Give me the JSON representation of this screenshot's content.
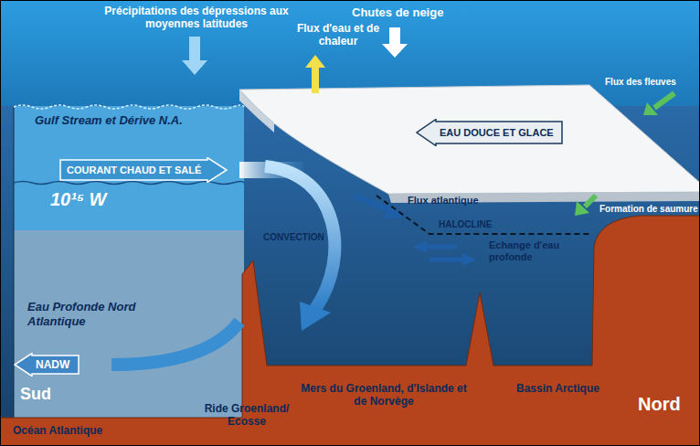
{
  "diagram": {
    "nodes": [
      {
        "text": [
          "COURANT CHAUD ET SALÉ"
        ]
      },
      {
        "text": [
          "EAU DOUCE ET GLACE"
        ]
      },
      {
        "text": [
          "NADW"
        ]
      }
    ],
    "labels": [
      "Précipitations des dépressions aux moyennes latitudes",
      "Chutes de neige",
      "Flux d'eau et de chaleur",
      "Flux des fleuves",
      "Gulf Stream et Dérive N.A.",
      "10¹⁵ W",
      "CONVECTION",
      "Flux atlantique",
      "HALOCLINE",
      "Formation de saumure",
      "Echange d'eau profonde",
      "Eau Profonde Nord Atlantique",
      "Sud",
      "Océan Atlantique",
      "Ride Groenland/ Ecosse",
      "Mers du Groenland, d'Islande et de Norvège",
      "Bassin Arctique",
      "Nord"
    ]
  }
}
